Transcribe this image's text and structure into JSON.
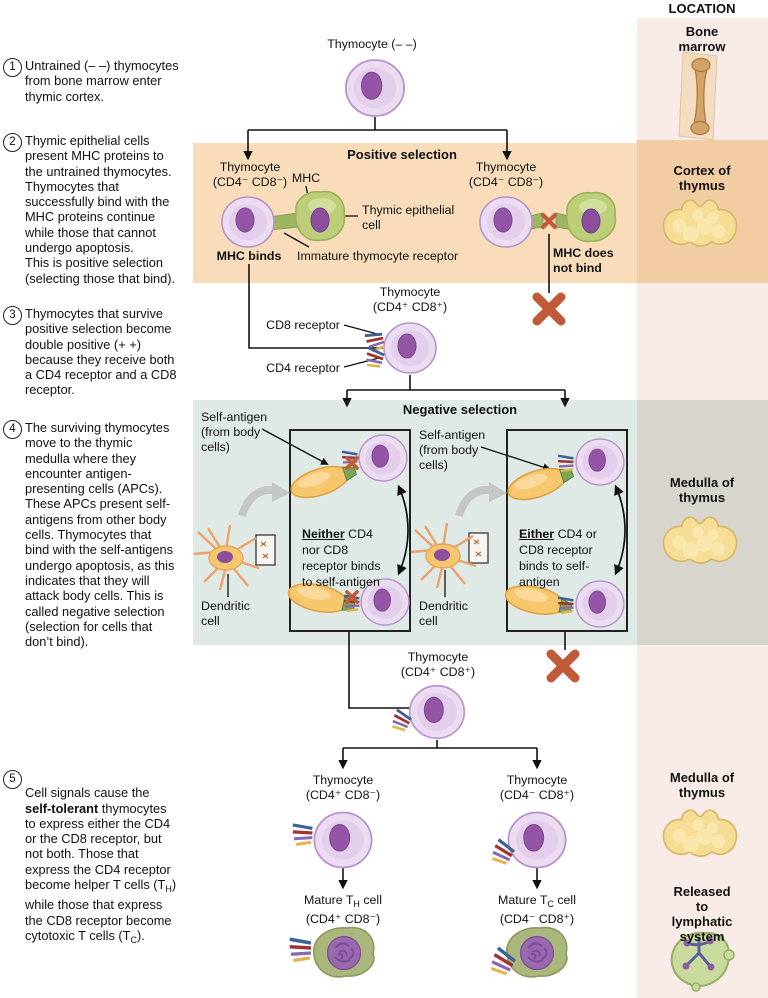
{
  "colors": {
    "positive_band": "#f9ddbb",
    "negative_band": "#dfeae6",
    "location_pink": "#f8ebe8",
    "location_cortex": "#f2cda3",
    "location_medulla_gray": "#d8d5cd",
    "apoptosis_x": "#c05a38"
  },
  "location": {
    "header": "LOCATION",
    "bone_label": "Bone marrow",
    "cortex_label": "Cortex of\nthymus",
    "medulla_label": "Medulla of\nthymus",
    "medulla2_label": "Medulla of\nthymus",
    "released_label": "Released to\nlymphatic system"
  },
  "steps": [
    {
      "num": "1",
      "text": "Untrained (– –) thymocytes\nfrom bone marrow enter\nthymic cortex."
    },
    {
      "num": "2",
      "text": "Thymic epithelial cells\npresent MHC proteins to\nthe untrained thymocytes.\nThymocytes that\nsuccessfully bind with the\nMHC proteins continue\nwhile those that cannot\nundergo apoptosis.\nThis is positive selection\n(selecting those that bind)."
    },
    {
      "num": "3",
      "text": "Thymocytes that survive\npositive selection become\ndouble positive (+ +)\nbecause they receive both\na CD4 receptor and a CD8\nreceptor."
    },
    {
      "num": "4",
      "text": "The surviving thymocytes\nmove to the thymic\nmedulla where they\nencounter antigen-\npresenting cells (APCs).\nThese APCs present self-\nantigens from other body\ncells. Thymocytes that\nbind with the self-antigens\nundergo apoptosis, as this\nindicates that they will\nattack body cells. This is\ncalled negative selection\n(selection for cells that\ndon’t bind)."
    },
    {
      "num": "5",
      "parts": [
        "Cell signals cause the\n",
        "self-tolerant",
        " thymocytes\nto express either the CD4\nor the CD8 receptor, but\nnot both. Those that\nexpress the CD4 receptor\nbecome helper T cells (T",
        "H",
        ")\nwhile those that express\nthe CD8 receptor become\ncytotoxic T cells (T",
        "C",
        ")."
      ]
    }
  ],
  "diagram": {
    "top_thymocyte": "Thymocyte (– –)",
    "positive": {
      "title": "Positive selection",
      "left_thymocyte": "Thymocyte\n(CD4⁻ CD8⁻)",
      "mhc": "MHC",
      "epithelial": "Thymic epithelial\ncell",
      "mhc_binds": "MHC binds",
      "immature": "Immature thymocyte receptor",
      "right_thymocyte": "Thymocyte\n(CD4⁻ CD8⁻)",
      "no_bind": "MHC does\nnot bind"
    },
    "double_positive": {
      "label": "Thymocyte\n(CD4⁺ CD8⁺)",
      "cd8": "CD8 receptor",
      "cd4": "CD4 receptor"
    },
    "negative": {
      "title": "Negative selection",
      "self_antigen_left": "Self-antigen\n(from body\ncells)",
      "self_antigen_right": "Self-antigen\n(from body\ncells)",
      "left_rule_em": "Neither",
      "left_rule_rest": " CD4\nnor CD8\nreceptor binds\nto self-antigen",
      "right_rule_em": "Either",
      "right_rule_rest": " CD4 or\nCD8 receptor\nbinds to self-\nantigen",
      "dendritic_left": "Dendritic\ncell",
      "dendritic_right": "Dendritic\ncell"
    },
    "post_negative": "Thymocyte\n(CD4⁺ CD8⁺)",
    "branch_left": "Thymocyte\n(CD4⁺ CD8⁻)",
    "branch_right": "Thymocyte\n(CD4⁻ CD8⁺)",
    "mature_left": {
      "pre": "Mature T",
      "sub": "H",
      "post": " cell",
      "line2": "(CD4⁺ CD8⁻)"
    },
    "mature_right": {
      "pre": "Mature T",
      "sub": "C",
      "post": " cell",
      "line2": "(CD4⁻ CD8⁺)"
    }
  }
}
